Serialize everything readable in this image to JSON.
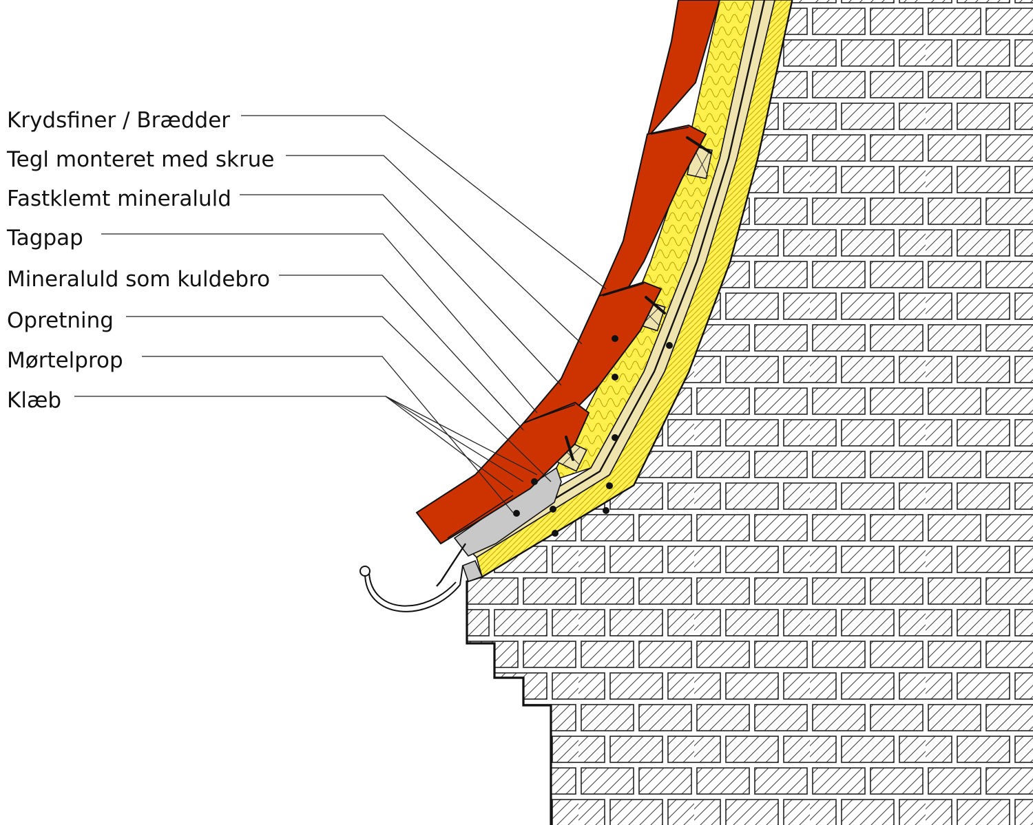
{
  "labels": [
    {
      "id": "krydsfiner",
      "text": "Krydsfiner / Brædder"
    },
    {
      "id": "tegl",
      "text": "Tegl monteret med skrue"
    },
    {
      "id": "fastklemt",
      "text": "Fastklemt mineraluld"
    },
    {
      "id": "tagpap",
      "text": "Tagpap"
    },
    {
      "id": "kuldebro",
      "text": "Mineraluld som kuldebro"
    },
    {
      "id": "opretning",
      "text": "Opretning"
    },
    {
      "id": "mortelprop",
      "text": "Mørtelprop"
    },
    {
      "id": "klaeb",
      "text": "Klæb"
    }
  ],
  "colors": {
    "tile": "#cc3300",
    "mineral_wool": "#fff04d",
    "wool_pattern": "#b59a00",
    "timber": "#efe3ae",
    "mortar": "#c8c8c8",
    "masonry_hatch": "#444444",
    "line": "#111111",
    "background": "#ffffff"
  },
  "icons": {
    "gutter": "half-round-gutter-icon",
    "screw": "screw-icon"
  }
}
